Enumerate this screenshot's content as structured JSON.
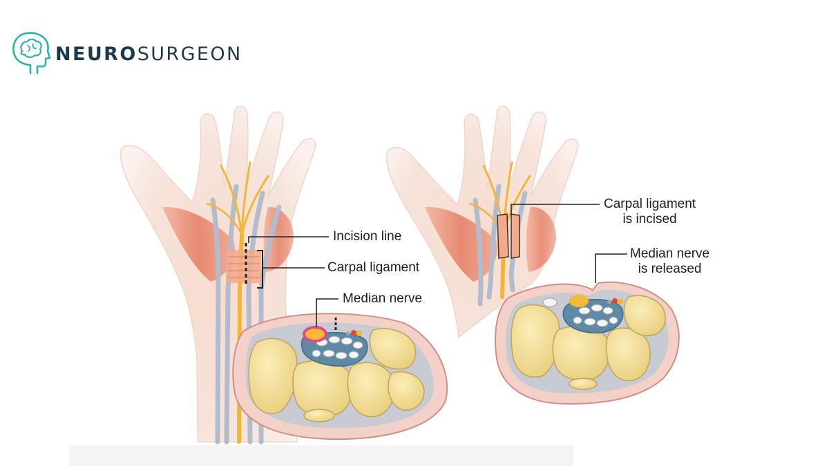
{
  "brand": {
    "name_bold": "NEURO",
    "name_light": "SURGEON",
    "accent": "#2bb3a3",
    "text_color": "#1d3a4a",
    "icon": "head-brain-icon"
  },
  "labels": {
    "incision_line": "Incision line",
    "carpal_ligament": "Carpal ligament",
    "median_nerve": "Median nerve",
    "ligament_incised": [
      "Carpal ligament",
      "is incised"
    ],
    "nerve_released": [
      "Median nerve",
      "is released"
    ]
  },
  "colors": {
    "skin": "#f6ddd2",
    "muscle": "#e8826a",
    "nerve": "#f2b53a",
    "tendon": "#aeb7c8",
    "bone": "#f3dd96",
    "cross_section_rim": "#e3aaa3"
  }
}
